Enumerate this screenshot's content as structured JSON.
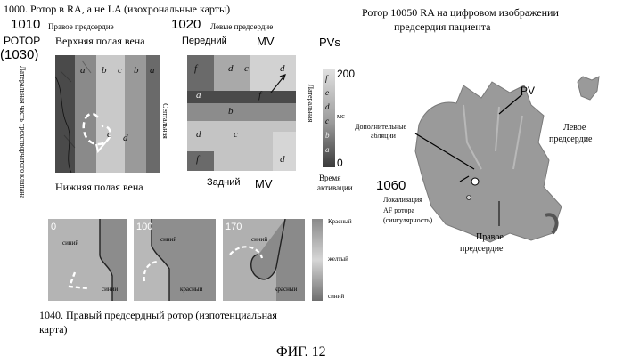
{
  "header": {
    "line1000": "1000. Ротор в RA, а не LA (изохрональные карты)",
    "ra_rotor_title_line1": "Ротор 10050 RA на цифровом изображении",
    "ra_rotor_title_line2": "предсердия пациента"
  },
  "isochronal": {
    "ref1010": "1010",
    "ref1020": "1020",
    "ref1030": "(1030)",
    "rotor_label": "РОТОР",
    "right_atrium_label": "Правое предсердие",
    "left_atrium_label": "Левые предсердие",
    "svc_label": "Верхняя полая вена",
    "ivc_label": "Нижняя полая вена",
    "lateral_tricuspid_label": "Латеральная часть трехстворчатого клапана",
    "septal_label": "Септальная",
    "lateral_label": "Латеральная",
    "anterior_label": "Передний",
    "posterior_label": "Задний",
    "mv_top": "MV",
    "mv_bottom": "MV",
    "pvs_label": "PVs",
    "scale_max": "200",
    "scale_min": "0",
    "scale_unit": "мс",
    "scale_letters": [
      "f",
      "e",
      "d",
      "c",
      "b",
      "a"
    ],
    "activation_time_line1": "Время",
    "activation_time_line2": "активации",
    "ra_letters": [
      {
        "t": "a"
      },
      {
        "t": "b"
      },
      {
        "t": "c"
      },
      {
        "t": "b"
      },
      {
        "t": "a"
      },
      {
        "t": "c"
      },
      {
        "t": "d"
      }
    ],
    "la_letters": [
      {
        "t": "f"
      },
      {
        "t": "d"
      },
      {
        "t": "c"
      },
      {
        "t": "d"
      },
      {
        "t": "a"
      },
      {
        "t": "f"
      },
      {
        "t": "b"
      },
      {
        "t": "d"
      },
      {
        "t": "c"
      },
      {
        "t": "f"
      },
      {
        "t": "d"
      }
    ]
  },
  "rotor_image": {
    "pv_label": "PV",
    "additional_ablations_line1": "Дополнительные",
    "additional_ablations_line2": "абляции",
    "left_atrium_line1": "Левое",
    "left_atrium_line2": "предсердие",
    "ref1060": "1060",
    "localization_line1": "Локализация",
    "localization_line2": "AF ротора",
    "localization_line3": "(сингулярность)",
    "right_atrium_line1": "Правое",
    "right_atrium_line2": "предсердие"
  },
  "isopotential": {
    "frame_times": [
      "0",
      "100",
      "170"
    ],
    "frame0_blue_top": "синий",
    "frame0_blue_bottom": "синий",
    "frame1_blue_top": "синий",
    "frame1_red": "красный",
    "frame2_blue_top": "синий",
    "frame2_red": "красный",
    "legend_red": "Красный",
    "legend_yellow": "желтый",
    "legend_blue": "синий",
    "caption_line1": "1040. Правый предсердный ротор (изпотенциальная",
    "caption_line2": "карта)"
  },
  "figure_label": "ФИГ. 12",
  "colors": {
    "map_dark": "#3d3d3d",
    "map_mid": "#8c8c8c",
    "map_light": "#cfcfcf",
    "anatomy_gray": "#9a9a9a"
  }
}
